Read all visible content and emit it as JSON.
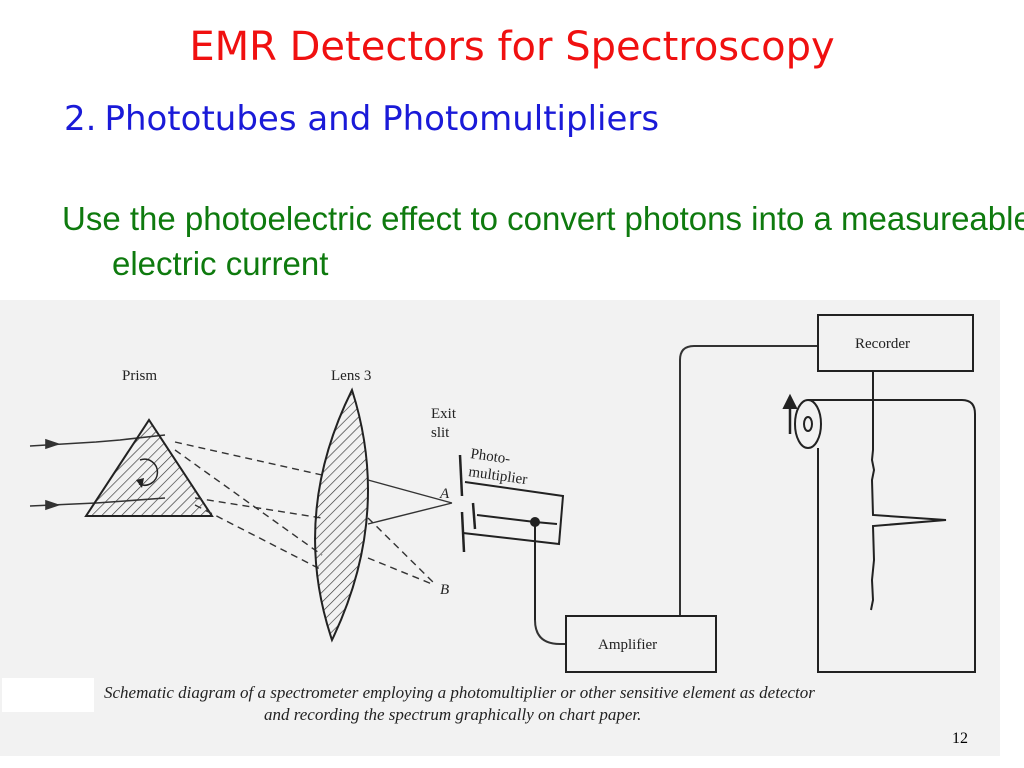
{
  "slide": {
    "title": "EMR Detectors for Spectroscopy",
    "subtitle_number": "2.",
    "subtitle": "Phototubes and Photomultipliers",
    "body": "Use the photoelectric effect to convert photons into a measureable electric current",
    "page_number": "12"
  },
  "diagram": {
    "labels": {
      "prism": "Prism",
      "lens": "Lens 3",
      "exit": "Exit",
      "slit": "slit",
      "photo": "Photo-",
      "multiplier": "multiplier",
      "point_a": "A",
      "point_b": "B",
      "recorder": "Recorder",
      "amplifier": "Amplifier"
    },
    "caption_line1": "Schematic diagram of a spectrometer employing a photomultiplier or other sensitive element as detector",
    "caption_line2": "and recording the spectrum graphically on chart paper."
  },
  "colors": {
    "title": "#f01010",
    "subtitle": "#1a1ad8",
    "body": "#0e7a0e",
    "figure_background": "#f2f2f2"
  }
}
